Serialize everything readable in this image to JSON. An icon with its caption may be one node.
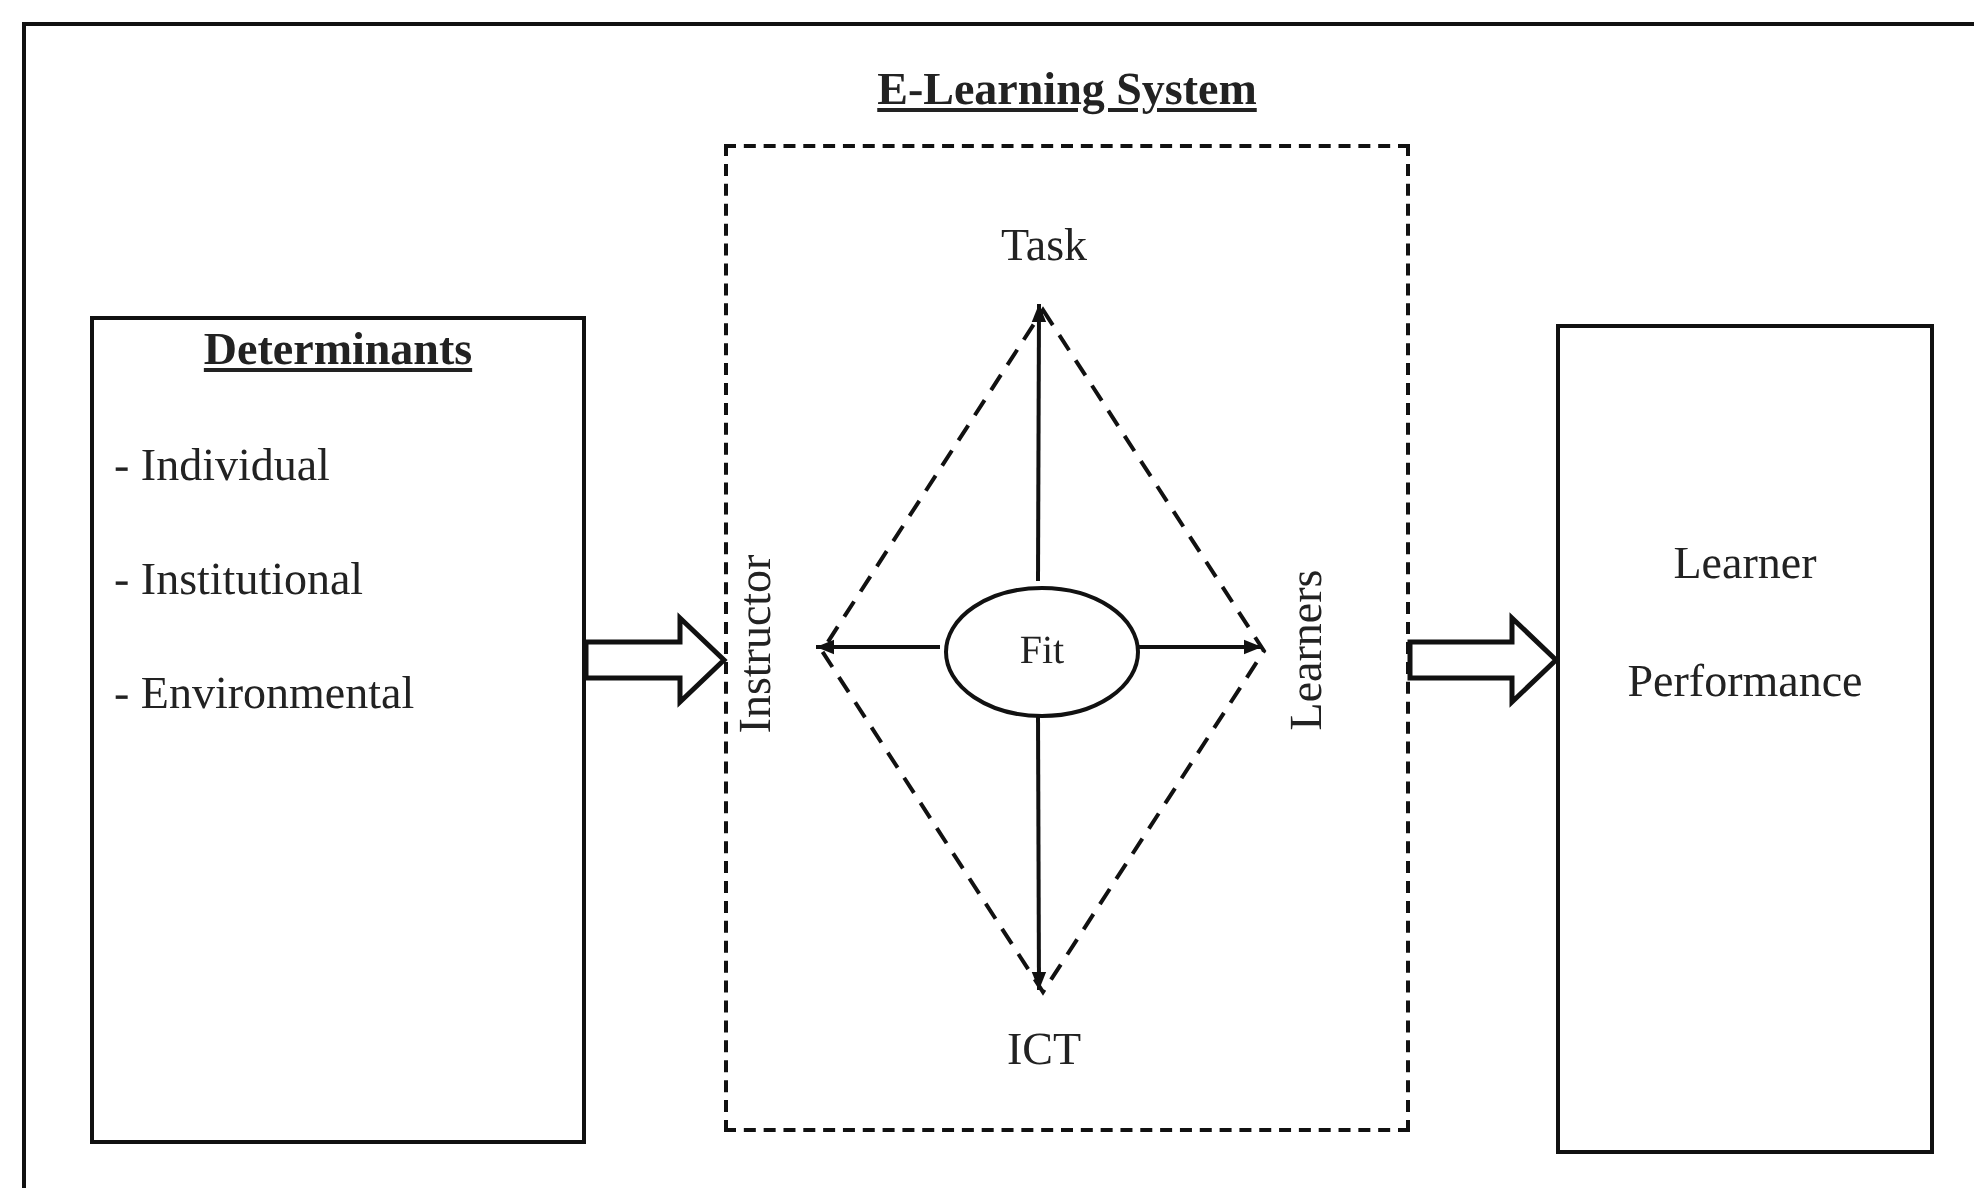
{
  "diagram": {
    "nodes": [
      {
        "text": [
          "Determinants",
          "- Individual",
          "- Institutional",
          "- Environmental"
        ]
      },
      {
        "text": [
          "E-Learning System"
        ]
      },
      {
        "text": [
          "Task"
        ],
        "in": 1
      },
      {
        "text": [],
        "shape": "diamond",
        "in": 1
      },
      {
        "text": [
          "Instructor"
        ],
        "in": 1
      },
      {
        "text": [
          "Fit"
        ],
        "in": 3
      },
      {
        "text": [
          "Learners"
        ],
        "in": 1
      },
      {
        "text": [
          "ICT"
        ],
        "in": 1
      },
      {
        "text": [
          "Learner Performance"
        ]
      }
    ],
    "edges": [
      {
        "from": 0,
        "to": 1,
        "arrow": "to",
        "style": "thick"
      },
      {
        "from": 1,
        "to": 8,
        "arrow": "to",
        "style": "thick"
      },
      {
        "from": 5,
        "to": 3,
        "arrow": "to"
      },
      {
        "from": 5,
        "to": 3,
        "arrow": "to"
      },
      {
        "from": 5,
        "to": 3,
        "arrow": "to"
      },
      {
        "from": 5,
        "to": 3,
        "arrow": "to"
      }
    ]
  }
}
